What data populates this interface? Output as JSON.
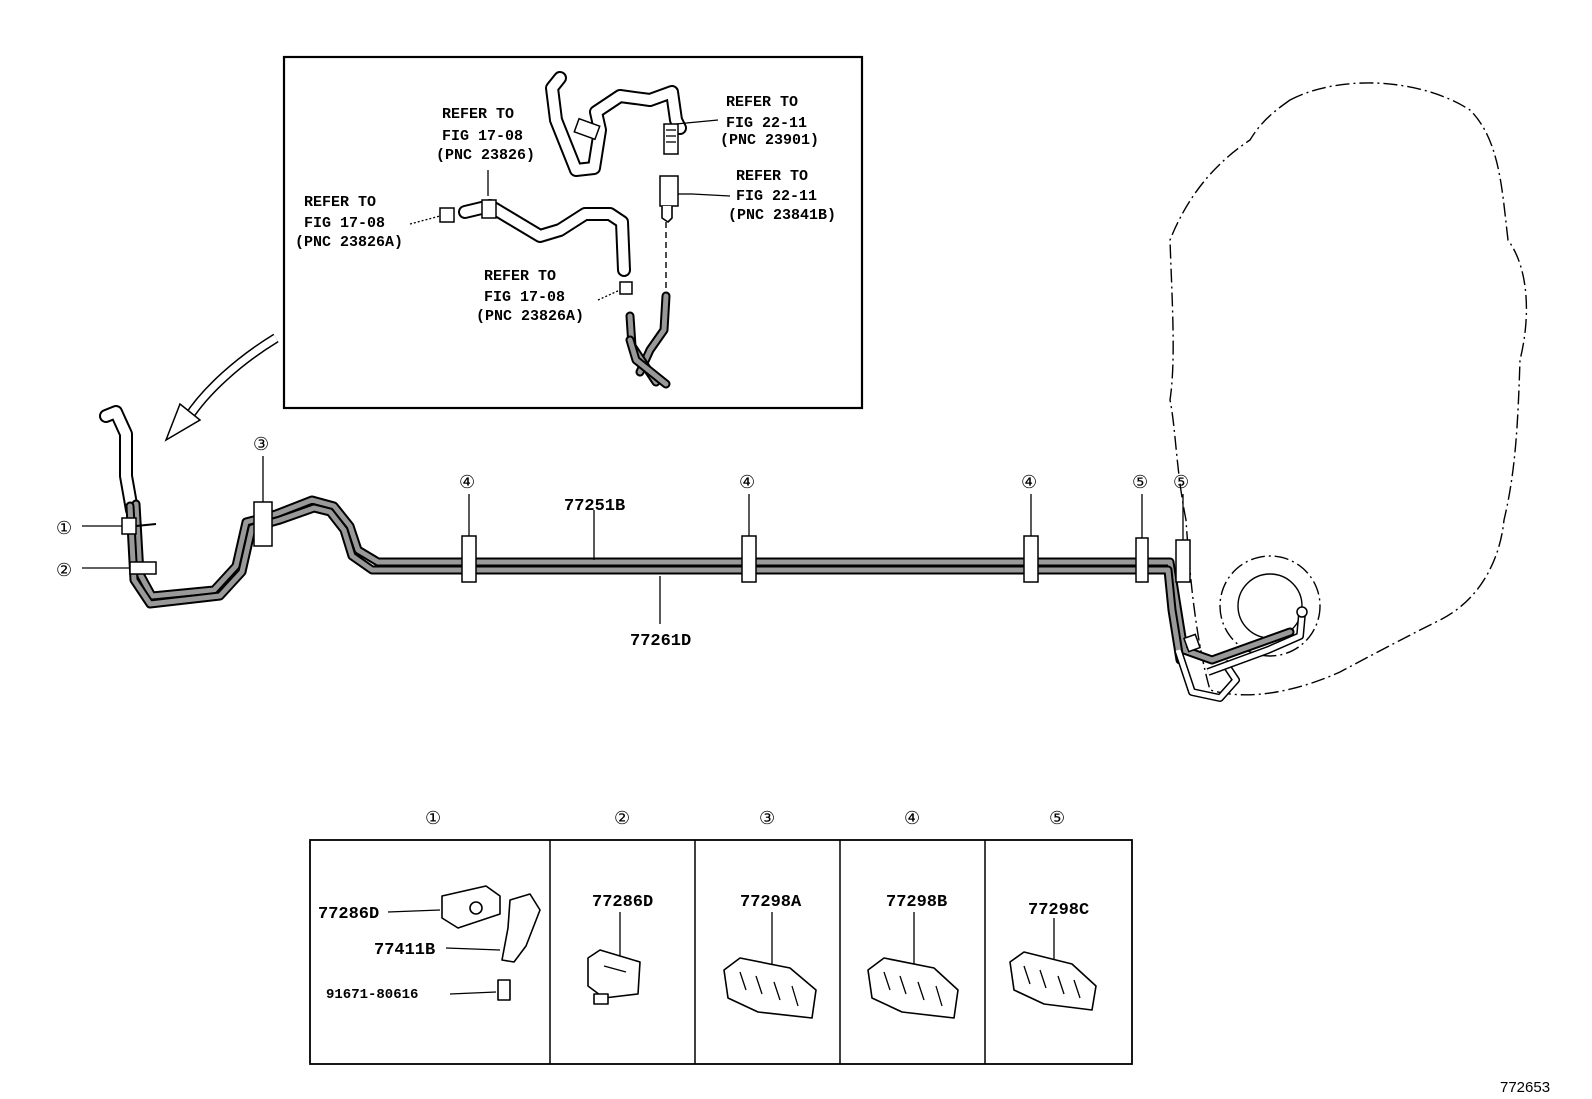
{
  "inset_refs": [
    {
      "line1": "REFER TO",
      "line2": "FIG 17-08",
      "line3": "(PNC 23826)"
    },
    {
      "line1": "REFER TO",
      "line2": "FIG 22-11",
      "line3": "(PNC 23901)"
    },
    {
      "line1": "REFER TO",
      "line2": "FIG 22-11",
      "line3": "(PNC 23841B)"
    },
    {
      "line1": "REFER TO",
      "line2": "FIG 17-08",
      "line3": "(PNC 23826A)"
    },
    {
      "line1": "REFER TO",
      "line2": "FIG 17-08",
      "line3": "(PNC 23826A)"
    }
  ],
  "main_parts": {
    "upper_tube": "77251B",
    "lower_tube": "77261D"
  },
  "clamp_callouts": [
    "①",
    "②",
    "③",
    "④",
    "④",
    "④",
    "⑤",
    "⑤"
  ],
  "table": {
    "headers": [
      "①",
      "②",
      "③",
      "④",
      "⑤"
    ],
    "cell1": {
      "part_a": "77286D",
      "part_b": "77411B",
      "part_c": "91671-80616"
    },
    "cell2": {
      "part": "77286D"
    },
    "cell3": {
      "part": "77298A"
    },
    "cell4": {
      "part": "77298B"
    },
    "cell5": {
      "part": "77298C"
    }
  },
  "figure_number": "772653"
}
